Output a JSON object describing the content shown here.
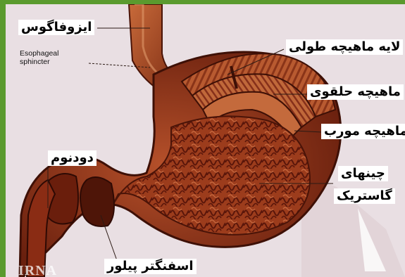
{
  "labels": {
    "esophagus": "ایزوفاگوس",
    "sphincter_en_line1": "Esophageal",
    "sphincter_en_line2": "sphincter",
    "longitudinal_muscle": "لایه ماهیچه طولی",
    "circular_muscle": "ماهیچه حلقوی",
    "oblique_muscle": "ماهیچه مورب",
    "gastric_folds_line1": "چینهای",
    "gastric_folds_line2": "گاستریک",
    "duodenum": "دودنوم",
    "pyloric_sphincter": "اسفنگتر پیلور"
  },
  "watermark": "IRNA",
  "colors": {
    "frame": "#5a9a2e",
    "background": "#e9dfe3",
    "tissue_dark": "#5e1a0c",
    "tissue_mid": "#a8421f",
    "tissue_light": "#d07a4c",
    "label_bg": "#ffffff"
  }
}
